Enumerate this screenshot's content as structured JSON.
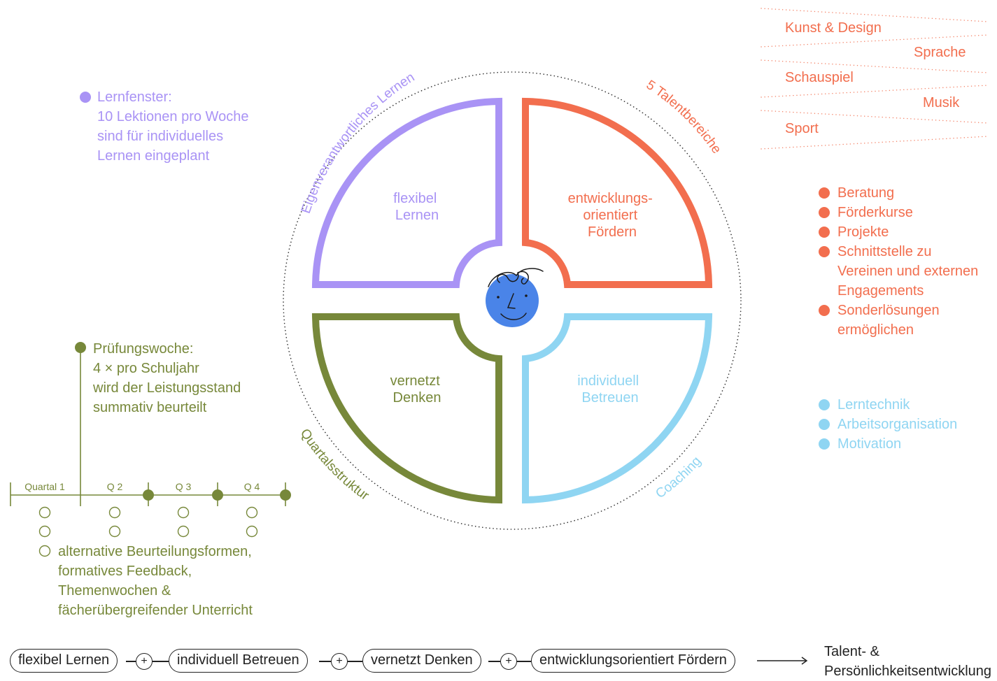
{
  "quadrants": {
    "top_left": {
      "line1": "flexibel",
      "line2": "Lernen",
      "color": "#a993f5"
    },
    "top_right": {
      "line1": "entwicklungs-",
      "line2": "orientiert",
      "line3": "Fördern",
      "color": "#f26e4e"
    },
    "bottom_left": {
      "line1": "vernetzt",
      "line2": "Denken",
      "color": "#77883a"
    },
    "bottom_right": {
      "line1": "individuell",
      "line2": "Betreuen",
      "color": "#8fd5f2"
    }
  },
  "center": {
    "face_color": "#4a84e8"
  },
  "arc_labels": {
    "top_left": "Eigenverantwortliches Lernen",
    "top_right": "5 Talentbereiche",
    "bottom_left": "Quartalsstruktur",
    "bottom_right": "Coaching"
  },
  "lernfenster": {
    "title": "Lernfenster:",
    "line1": "10 Lektionen pro Woche",
    "line2": "sind für individuelles",
    "line3": "Lernen eingeplant"
  },
  "talent_areas": [
    "Kunst & Design",
    "Sprache",
    "Schauspiel",
    "Musik",
    "Sport"
  ],
  "foerdern_list": [
    "Beratung",
    "Förderkurse",
    "Projekte",
    "Schnittstelle zu",
    "Vereinen und externen",
    "Engagements",
    "Sonderlösungen",
    "ermöglichen"
  ],
  "coaching_list": [
    "Lerntechnik",
    "Arbeitsorganisation",
    "Motivation"
  ],
  "pruefungswoche": {
    "title": "Prüfungswoche:",
    "line1": "4 × pro Schuljahr",
    "line2": "wird der Leistungsstand",
    "line3": "summativ beurteilt"
  },
  "timeline": {
    "q1": "Quartal 1",
    "q2": "Q 2",
    "q3": "Q 3",
    "q4": "Q 4"
  },
  "alternative": {
    "line1": "alternative Beurteilungsformen,",
    "line2": "formatives Feedback,",
    "line3": "Themenwochen &",
    "line4": "fächerübergreifender Unterricht"
  },
  "formula": {
    "item1": "flexibel Lernen",
    "item2": "individuell Betreuen",
    "item3": "vernetzt Denken",
    "item4": "entwicklungsorientiert Fördern",
    "plus": "+",
    "result_line1": "Talent- &",
    "result_line2": "Persönlichkeitsentwicklung"
  }
}
